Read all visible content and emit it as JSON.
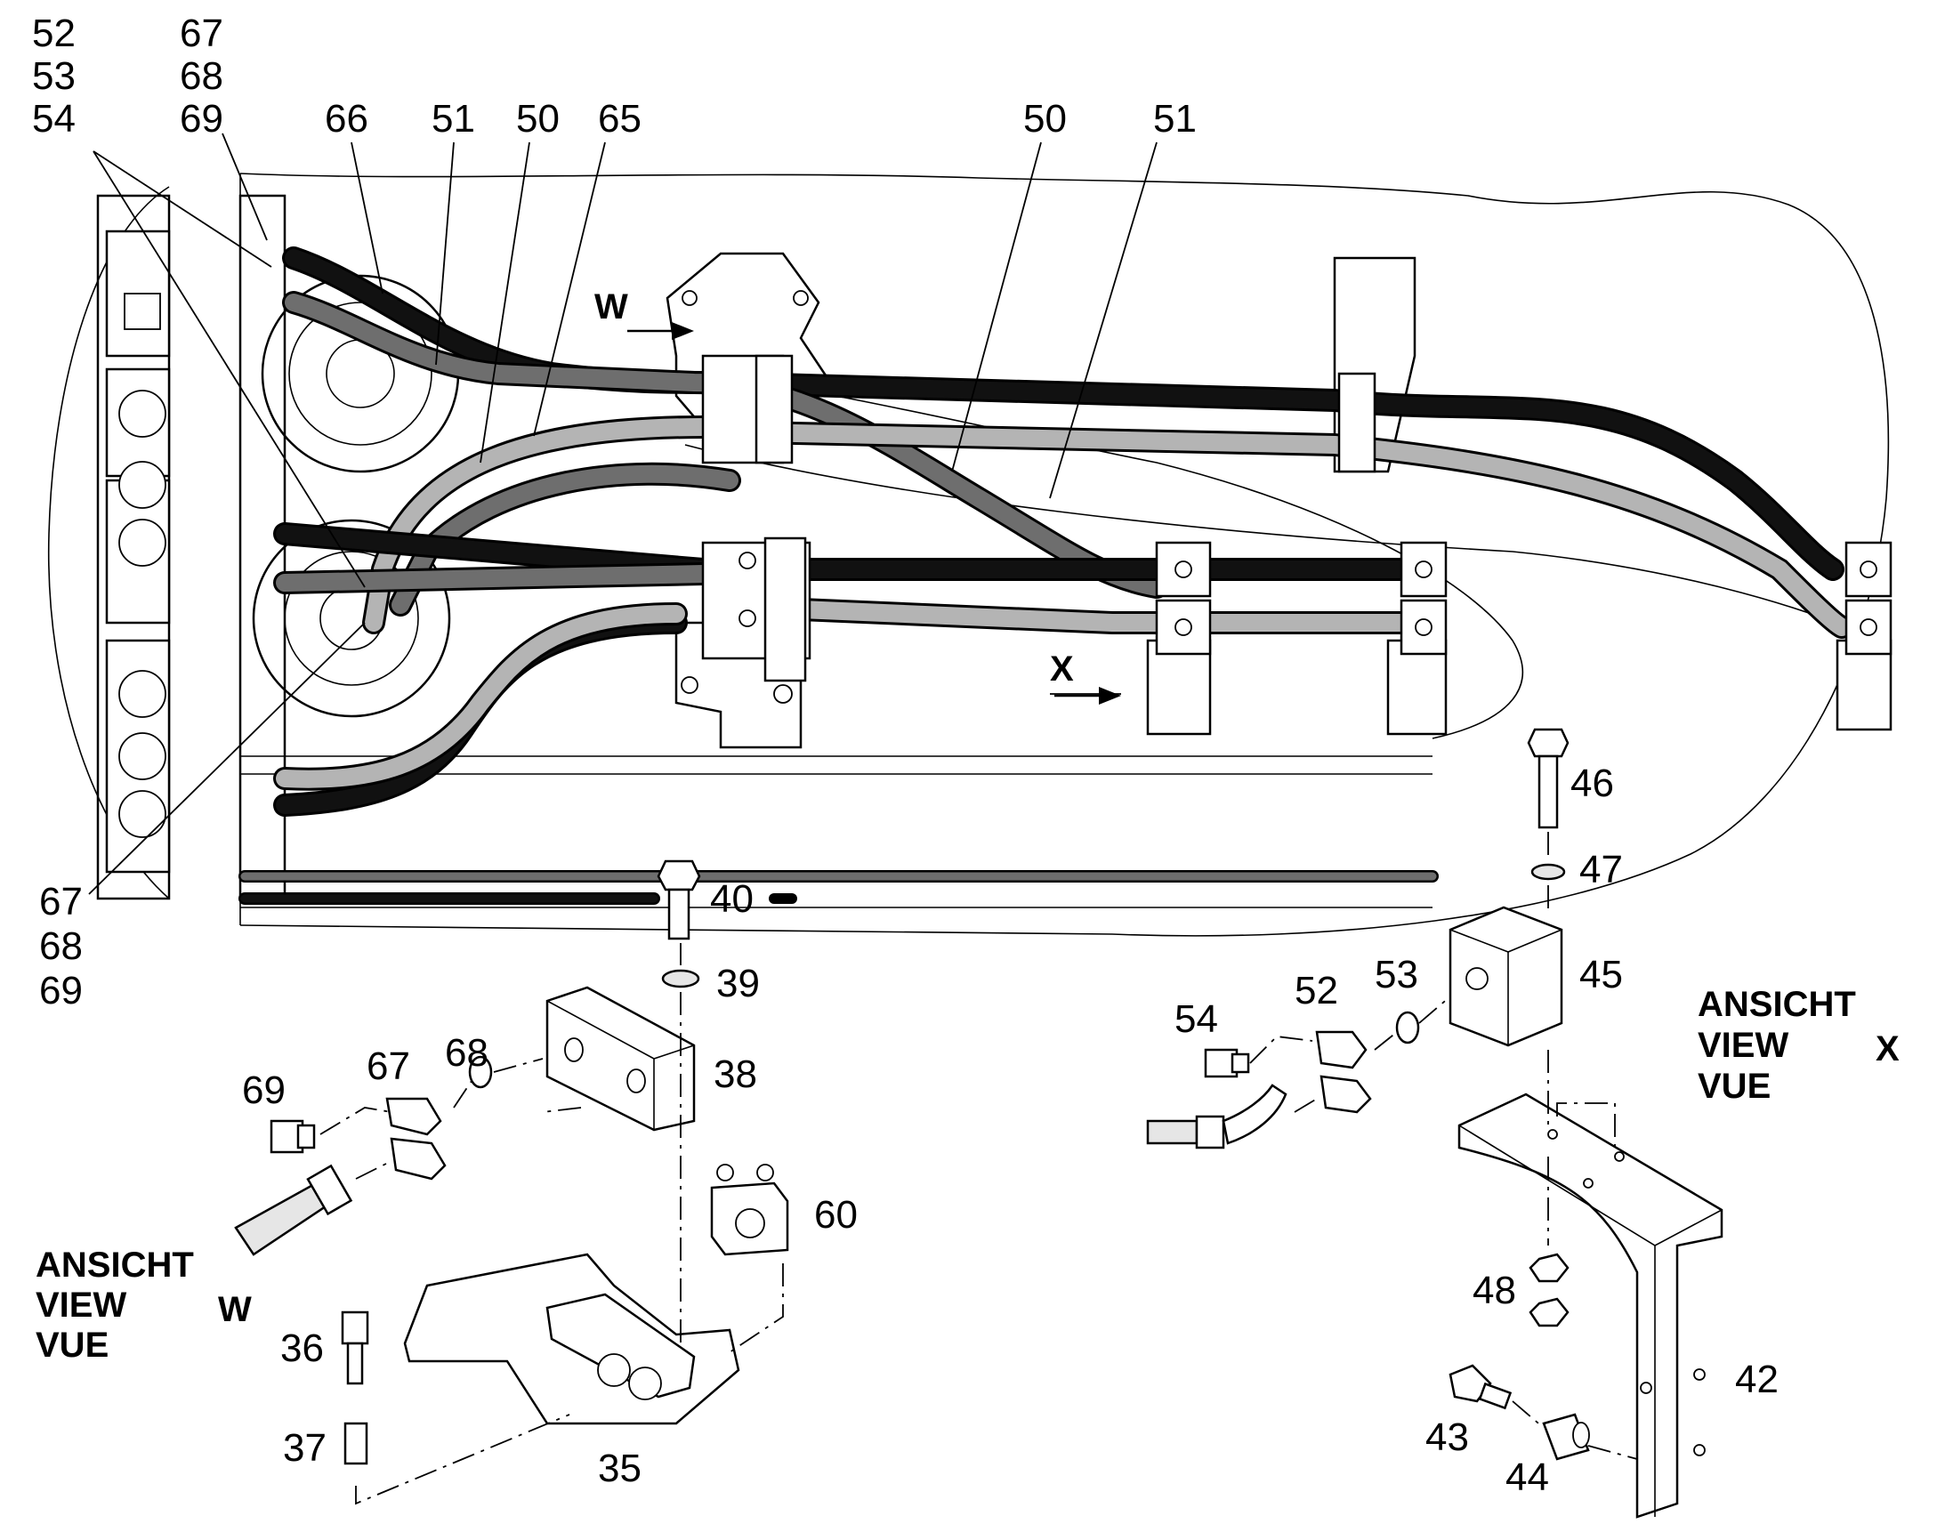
{
  "labels": {
    "tl_52": "52",
    "tl_53": "53",
    "tl_54": "54",
    "tl_67": "67",
    "tl_68": "68",
    "tl_69": "69",
    "t_66": "66",
    "t_51a": "51",
    "t_50a": "50",
    "t_65": "65",
    "t_50b": "50",
    "t_51b": "51",
    "bl_67": "67",
    "bl_68": "68",
    "bl_69": "69",
    "l_40": "40",
    "l_39": "39",
    "l_38": "38",
    "l_68": "68",
    "l_67": "67",
    "l_69": "69",
    "l_60": "60",
    "l_36": "36",
    "l_37": "37",
    "l_35": "35",
    "r_46": "46",
    "r_47": "47",
    "r_45": "45",
    "r_53": "53",
    "r_52": "52",
    "r_54": "54",
    "r_48": "48",
    "r_42": "42",
    "r_43": "43",
    "r_44": "44"
  },
  "arrows": {
    "w": "W",
    "x": "X"
  },
  "view_w": {
    "line1": "ANSICHT",
    "line2": "VIEW",
    "line3": "VUE",
    "letter": "W"
  },
  "view_x": {
    "line1": "ANSICHT",
    "line2": "VIEW",
    "line3": "VUE",
    "letter": "X"
  },
  "colors": {
    "hose_black": "#111111",
    "hose_dark_grey": "#6e6e6e",
    "hose_light_grey": "#b4b4b4",
    "line": "#000000"
  }
}
